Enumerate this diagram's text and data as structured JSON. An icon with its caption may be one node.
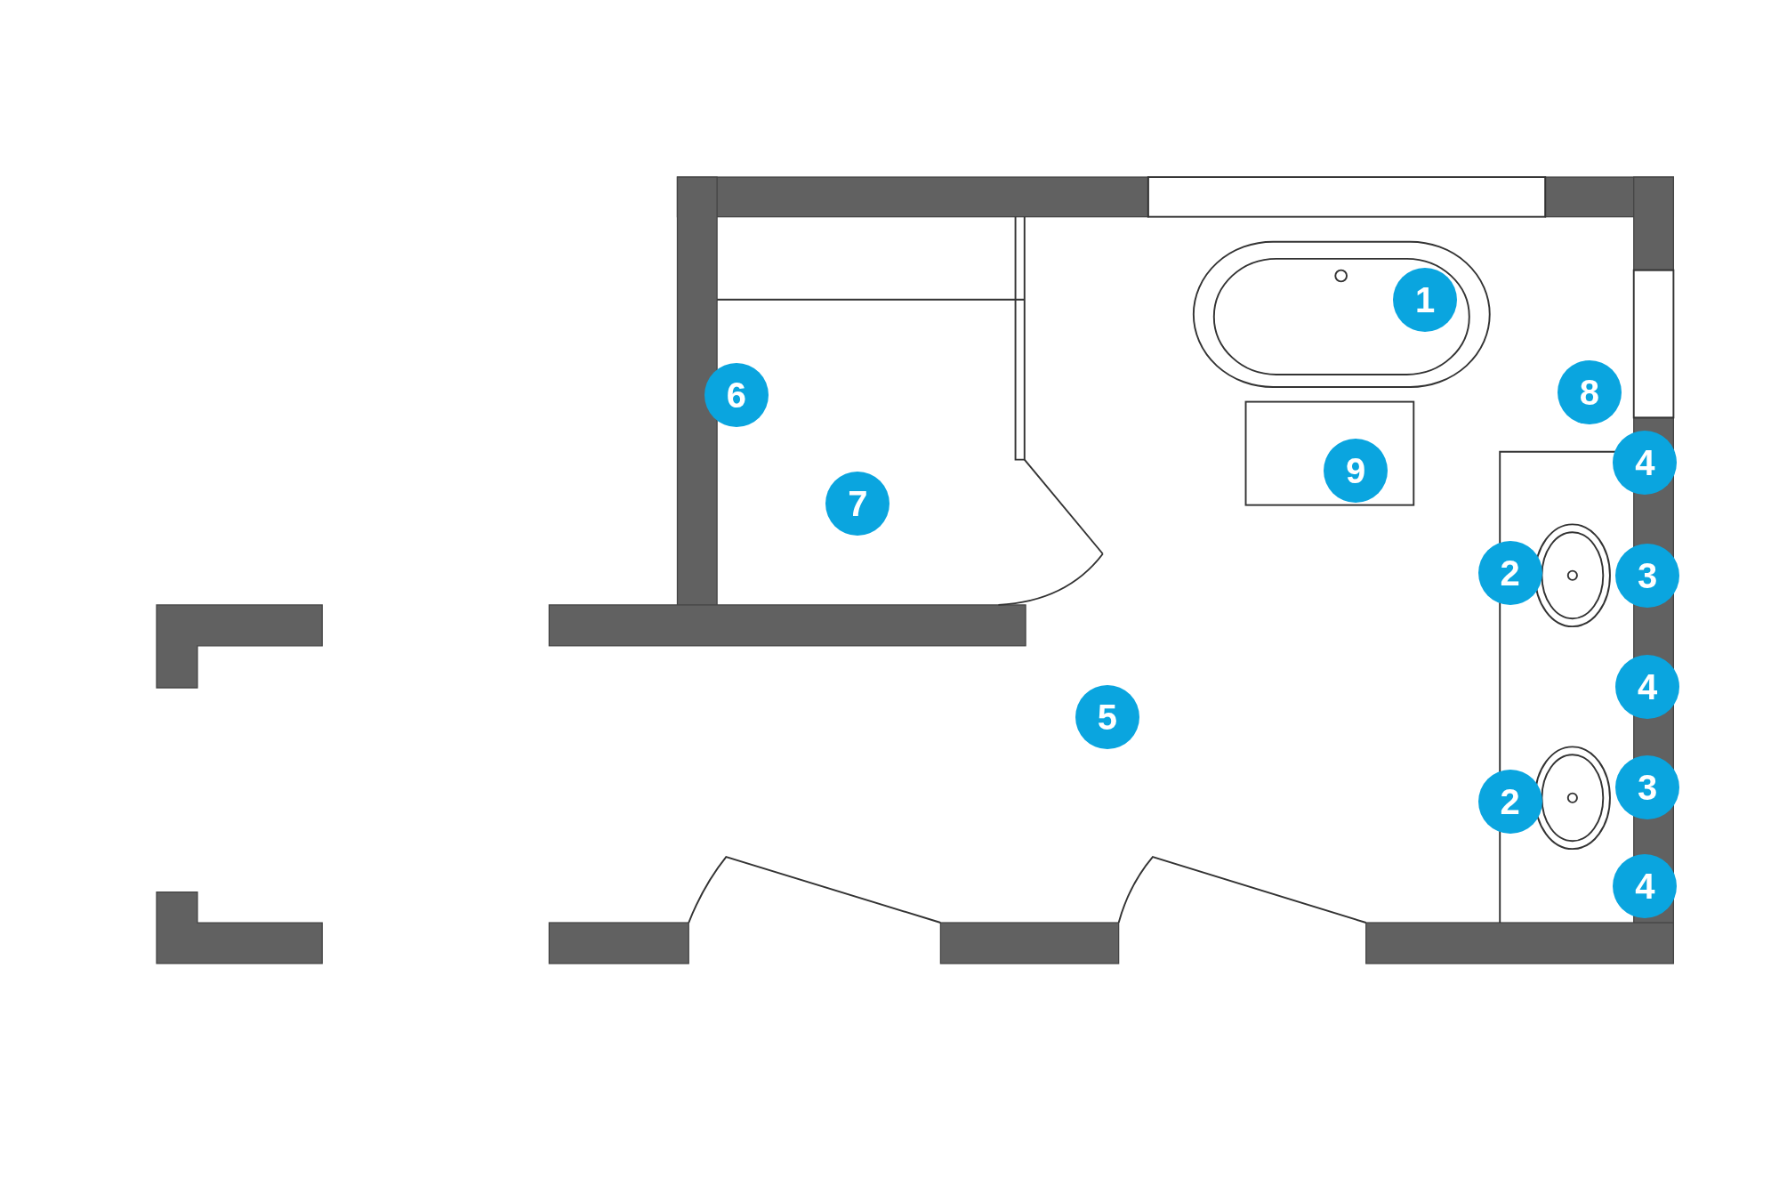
{
  "diagram": {
    "labels": [
      "1",
      "6",
      "8",
      "4",
      "9",
      "7",
      "2",
      "3",
      "5",
      "4",
      "2",
      "3",
      "4"
    ]
  }
}
